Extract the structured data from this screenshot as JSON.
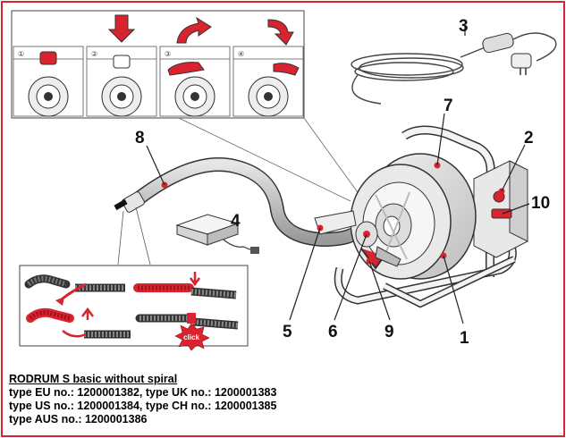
{
  "callouts": {
    "c1": "1",
    "c2": "2",
    "c3": "3",
    "c4": "4",
    "c5": "5",
    "c6": "6",
    "c7": "7",
    "c8": "8",
    "c9": "9",
    "c10": "10"
  },
  "click_label": "click",
  "caption": {
    "title": "RODRUM S basic without spiral",
    "line1": "type EU no.: 1200001382, type UK no.: 1200001383",
    "line2": "type US no.: 1200001384, type CH no.: 1200001385",
    "line3": "type AUS no.: 1200001386"
  },
  "colors": {
    "accent": "#d9232e",
    "line": "#222222",
    "shade": "#cfcfcf"
  }
}
